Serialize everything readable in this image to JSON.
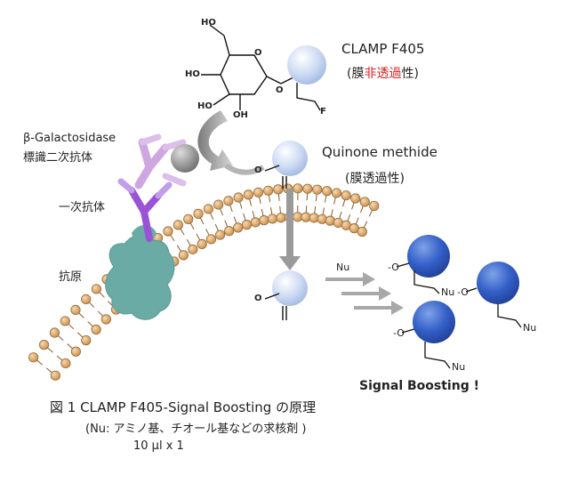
{
  "clamp": {
    "title": "CLAMP F405",
    "sub_open": "(膜",
    "sub_red": "非透過",
    "sub_close": "性)"
  },
  "quinone": {
    "title": "Quinone methide",
    "sub": "(膜透過性)"
  },
  "secondary_antibody": {
    "line1": "β-Galactosidase",
    "line2": "標識二次抗体"
  },
  "primary_antibody": "一次抗体",
  "antigen": "抗原",
  "sugar": {
    "ho1": "HO",
    "ho2": "HO",
    "ho3": "HO",
    "oh": "OH",
    "o1": "O",
    "o2": "O",
    "f": "F",
    "ring_o": "O"
  },
  "quinone_chem": {
    "o_top": "O",
    "o_mid": "O"
  },
  "nu_arrow_label": "Nu",
  "products": [
    {
      "o": "-O",
      "nu": "Nu"
    },
    {
      "o": "-O",
      "nu": "Nu"
    },
    {
      "o": "-O",
      "nu": "Nu"
    }
  ],
  "boosting": "Signal Boosting !",
  "caption": {
    "line1": "図 1 CLAMP F405-Signal Boosting の原理",
    "line2": "(Nu: アミノ基、チオール基などの求核剤 )",
    "line3": "10 µl x 1"
  }
}
